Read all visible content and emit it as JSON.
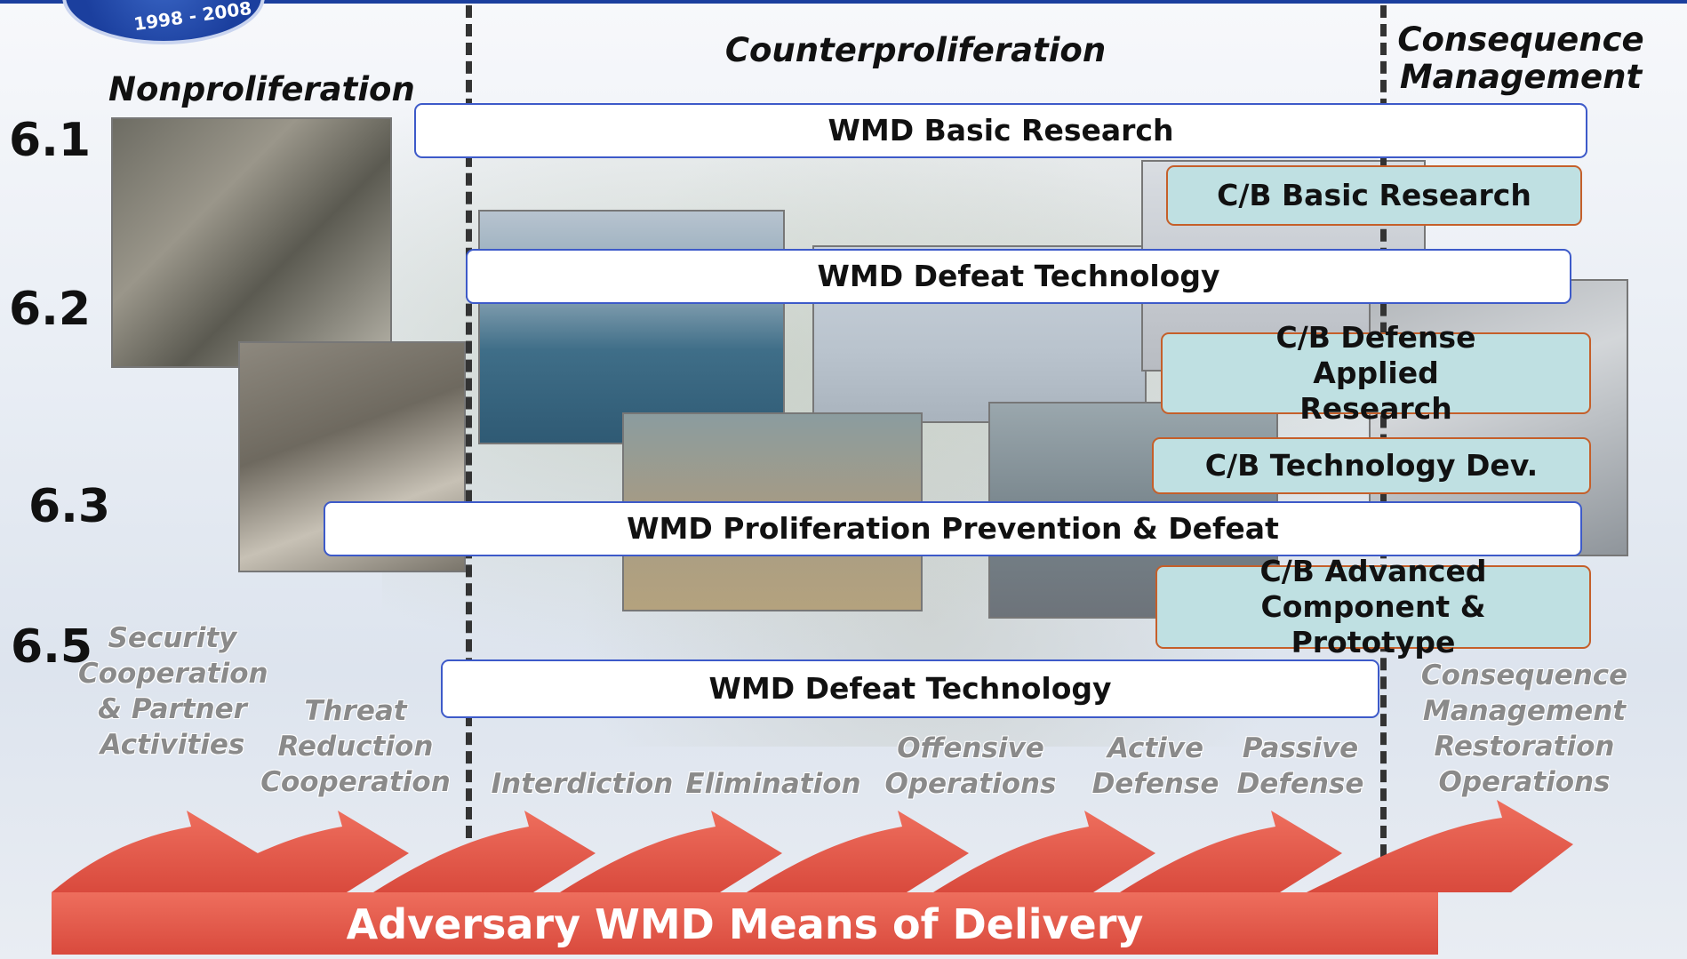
{
  "logo": {
    "year_text": "1998 - 2008"
  },
  "sections": {
    "nonproliferation": "Nonproliferation",
    "counterproliferation": "Counterproliferation",
    "consequence_management": "Consequence Management"
  },
  "levels": [
    "6.1",
    "6.2",
    "6.3",
    "6.5"
  ],
  "bars": {
    "wmd_basic_research": "WMD Basic Research",
    "cb_basic_research": "C/B Basic Research",
    "wmd_defeat_technology_1": "WMD Defeat Technology",
    "cb_defense_applied_research": "C/B Defense Applied Research",
    "cb_technology_dev": "C/B Technology Dev.",
    "wmd_proliferation_prevention": "WMD Proliferation Prevention & Defeat",
    "cb_advanced_component": "C/B Advanced Component & Prototype",
    "wmd_defeat_technology_2": "WMD Defeat Technology"
  },
  "activities": [
    "Security Cooperation & Partner Activities",
    "Threat Reduction Cooperation",
    "Interdiction",
    "Elimination",
    "Offensive Operations",
    "Active Defense",
    "Passive Defense",
    "Consequence Management Restoration Operations"
  ],
  "banner": "Adversary WMD Means of Delivery",
  "colors": {
    "frame_blue": "#3d5ac9",
    "teal_fill": "#bfe0e2",
    "orange_border": "#c55f2a",
    "arrow_red": "#e4584a",
    "activity_gray": "#8a8a8a"
  }
}
